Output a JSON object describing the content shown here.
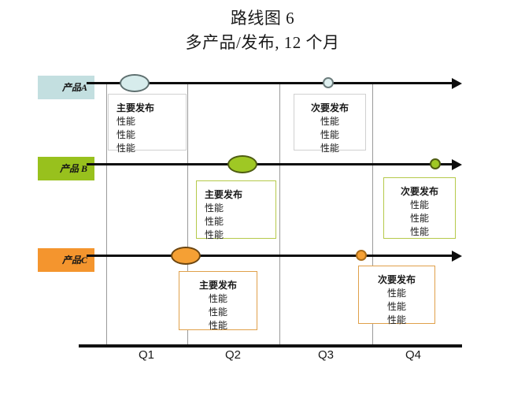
{
  "title": {
    "line1": "路线图 6",
    "line2": "多产品/发布, 12 个月"
  },
  "axis": {
    "quarters": [
      "Q1",
      "Q2",
      "Q3",
      "Q4"
    ]
  },
  "colors": {
    "product_a": "#c3dfe0",
    "product_b": "#98c11d",
    "product_c": "#f4952e",
    "axis": "#111111",
    "gridline": "#9a9a9a",
    "box_border_a": "#d0d0d0",
    "box_border_b": "#b5c94a",
    "box_border_c": "#e0a04a"
  },
  "lanes": [
    {
      "id": "product-a",
      "label": "产品A",
      "label_bg": "#c3dfe0",
      "marker_fill": "#d7ecec",
      "marker_stroke": "#5f7070",
      "box_border": "#d0d0d0",
      "milestones": [
        {
          "kind": "major",
          "quarter": "Q1"
        },
        {
          "kind": "minor",
          "quarter": "Q3"
        }
      ],
      "boxes": [
        {
          "kind": "major",
          "align": "left",
          "title": "主要发布",
          "features": [
            "性能",
            "性能",
            "性能"
          ]
        },
        {
          "kind": "minor",
          "align": "center",
          "title": "次要发布",
          "features": [
            "性能",
            "性能",
            "性能"
          ]
        }
      ]
    },
    {
      "id": "product-b",
      "label": "产品 B",
      "label_bg": "#98c11d",
      "marker_fill": "#9fc824",
      "marker_stroke": "#4e5c12",
      "box_border": "#b5c94a",
      "milestones": [
        {
          "kind": "major",
          "quarter": "Q2"
        },
        {
          "kind": "minor",
          "quarter": "Q4"
        }
      ],
      "boxes": [
        {
          "kind": "major",
          "align": "left",
          "title": "主要发布",
          "features": [
            "性能",
            "性能",
            "性能"
          ]
        },
        {
          "kind": "minor",
          "align": "center",
          "title": "次要发布",
          "features": [
            "性能",
            "性能",
            "性能"
          ]
        }
      ]
    },
    {
      "id": "product-c",
      "label": "产品C",
      "label_bg": "#f4952e",
      "marker_fill": "#f5a034",
      "marker_stroke": "#6b4510",
      "box_border": "#e0a04a",
      "milestones": [
        {
          "kind": "major",
          "quarter": "Q2"
        },
        {
          "kind": "minor",
          "quarter": "Q4"
        }
      ],
      "boxes": [
        {
          "kind": "major",
          "align": "center",
          "title": "主要发布",
          "features": [
            "性能",
            "性能",
            "性能"
          ]
        },
        {
          "kind": "minor",
          "align": "center",
          "title": "次要发布",
          "features": [
            "性能",
            "性能",
            "性能"
          ]
        }
      ]
    }
  ],
  "chart_data": {
    "type": "table",
    "title": "路线图 6 / 多产品/发布, 12 个月",
    "xlabel": "",
    "ylabel": "",
    "categories": [
      "Q1",
      "Q2",
      "Q3",
      "Q4"
    ],
    "series": [
      {
        "name": "产品A",
        "values": [
          "主要发布",
          "",
          "次要发布",
          ""
        ]
      },
      {
        "name": "产品 B",
        "values": [
          "",
          "主要发布",
          "",
          "次要发布"
        ]
      },
      {
        "name": "产品C",
        "values": [
          "",
          "主要发布",
          "",
          "次要发布"
        ]
      }
    ],
    "legend": "none",
    "grid": true
  }
}
